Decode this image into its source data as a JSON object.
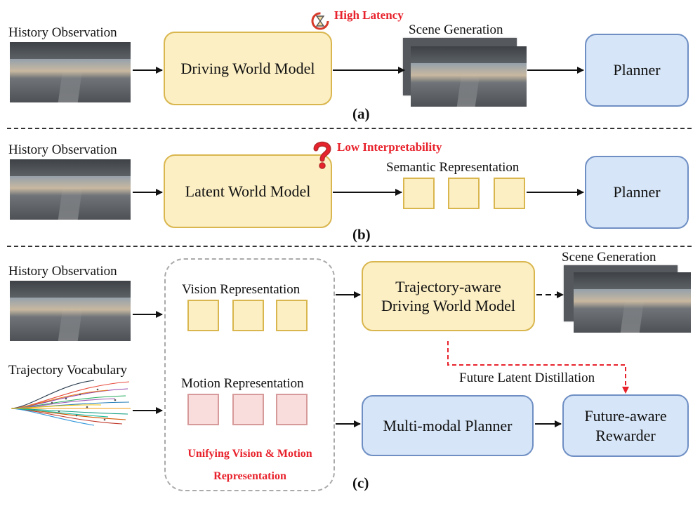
{
  "panel_a": {
    "history_label": "History Observation",
    "world_model": "Driving World Model",
    "latency_label": "High Latency",
    "scene_label": "Scene Generation",
    "planner": "Planner",
    "tag": "(a)"
  },
  "panel_b": {
    "history_label": "History Observation",
    "world_model": "Latent World Model",
    "interpretability_label": "Low Interpretability",
    "semantic_label": "Semantic Representation",
    "planner": "Planner",
    "tag": "(b)"
  },
  "panel_c": {
    "history_label": "History Observation",
    "trajectory_label": "Trajectory Vocabulary",
    "vision_label": "Vision Representation",
    "motion_label": "Motion Representation",
    "unify_line1": "Unifying Vision & Motion",
    "unify_line2": "Representation",
    "traj_world_model_line1": "Trajectory-aware",
    "traj_world_model_line2": "Driving World Model",
    "scene_label": "Scene Generation",
    "distill_label": "Future Latent Distillation",
    "planner": "Multi-modal Planner",
    "rewarder_line1": "Future-aware",
    "rewarder_line2": "Rewarder",
    "tag": "(c)"
  },
  "colors": {
    "yellow_fill": "#fcefc4",
    "yellow_border": "#d9b64e",
    "blue_fill": "#d6e5f7",
    "blue_border": "#6f8fc4",
    "pink_fill": "#f9dcdc",
    "accent_red": "#e8222c"
  }
}
